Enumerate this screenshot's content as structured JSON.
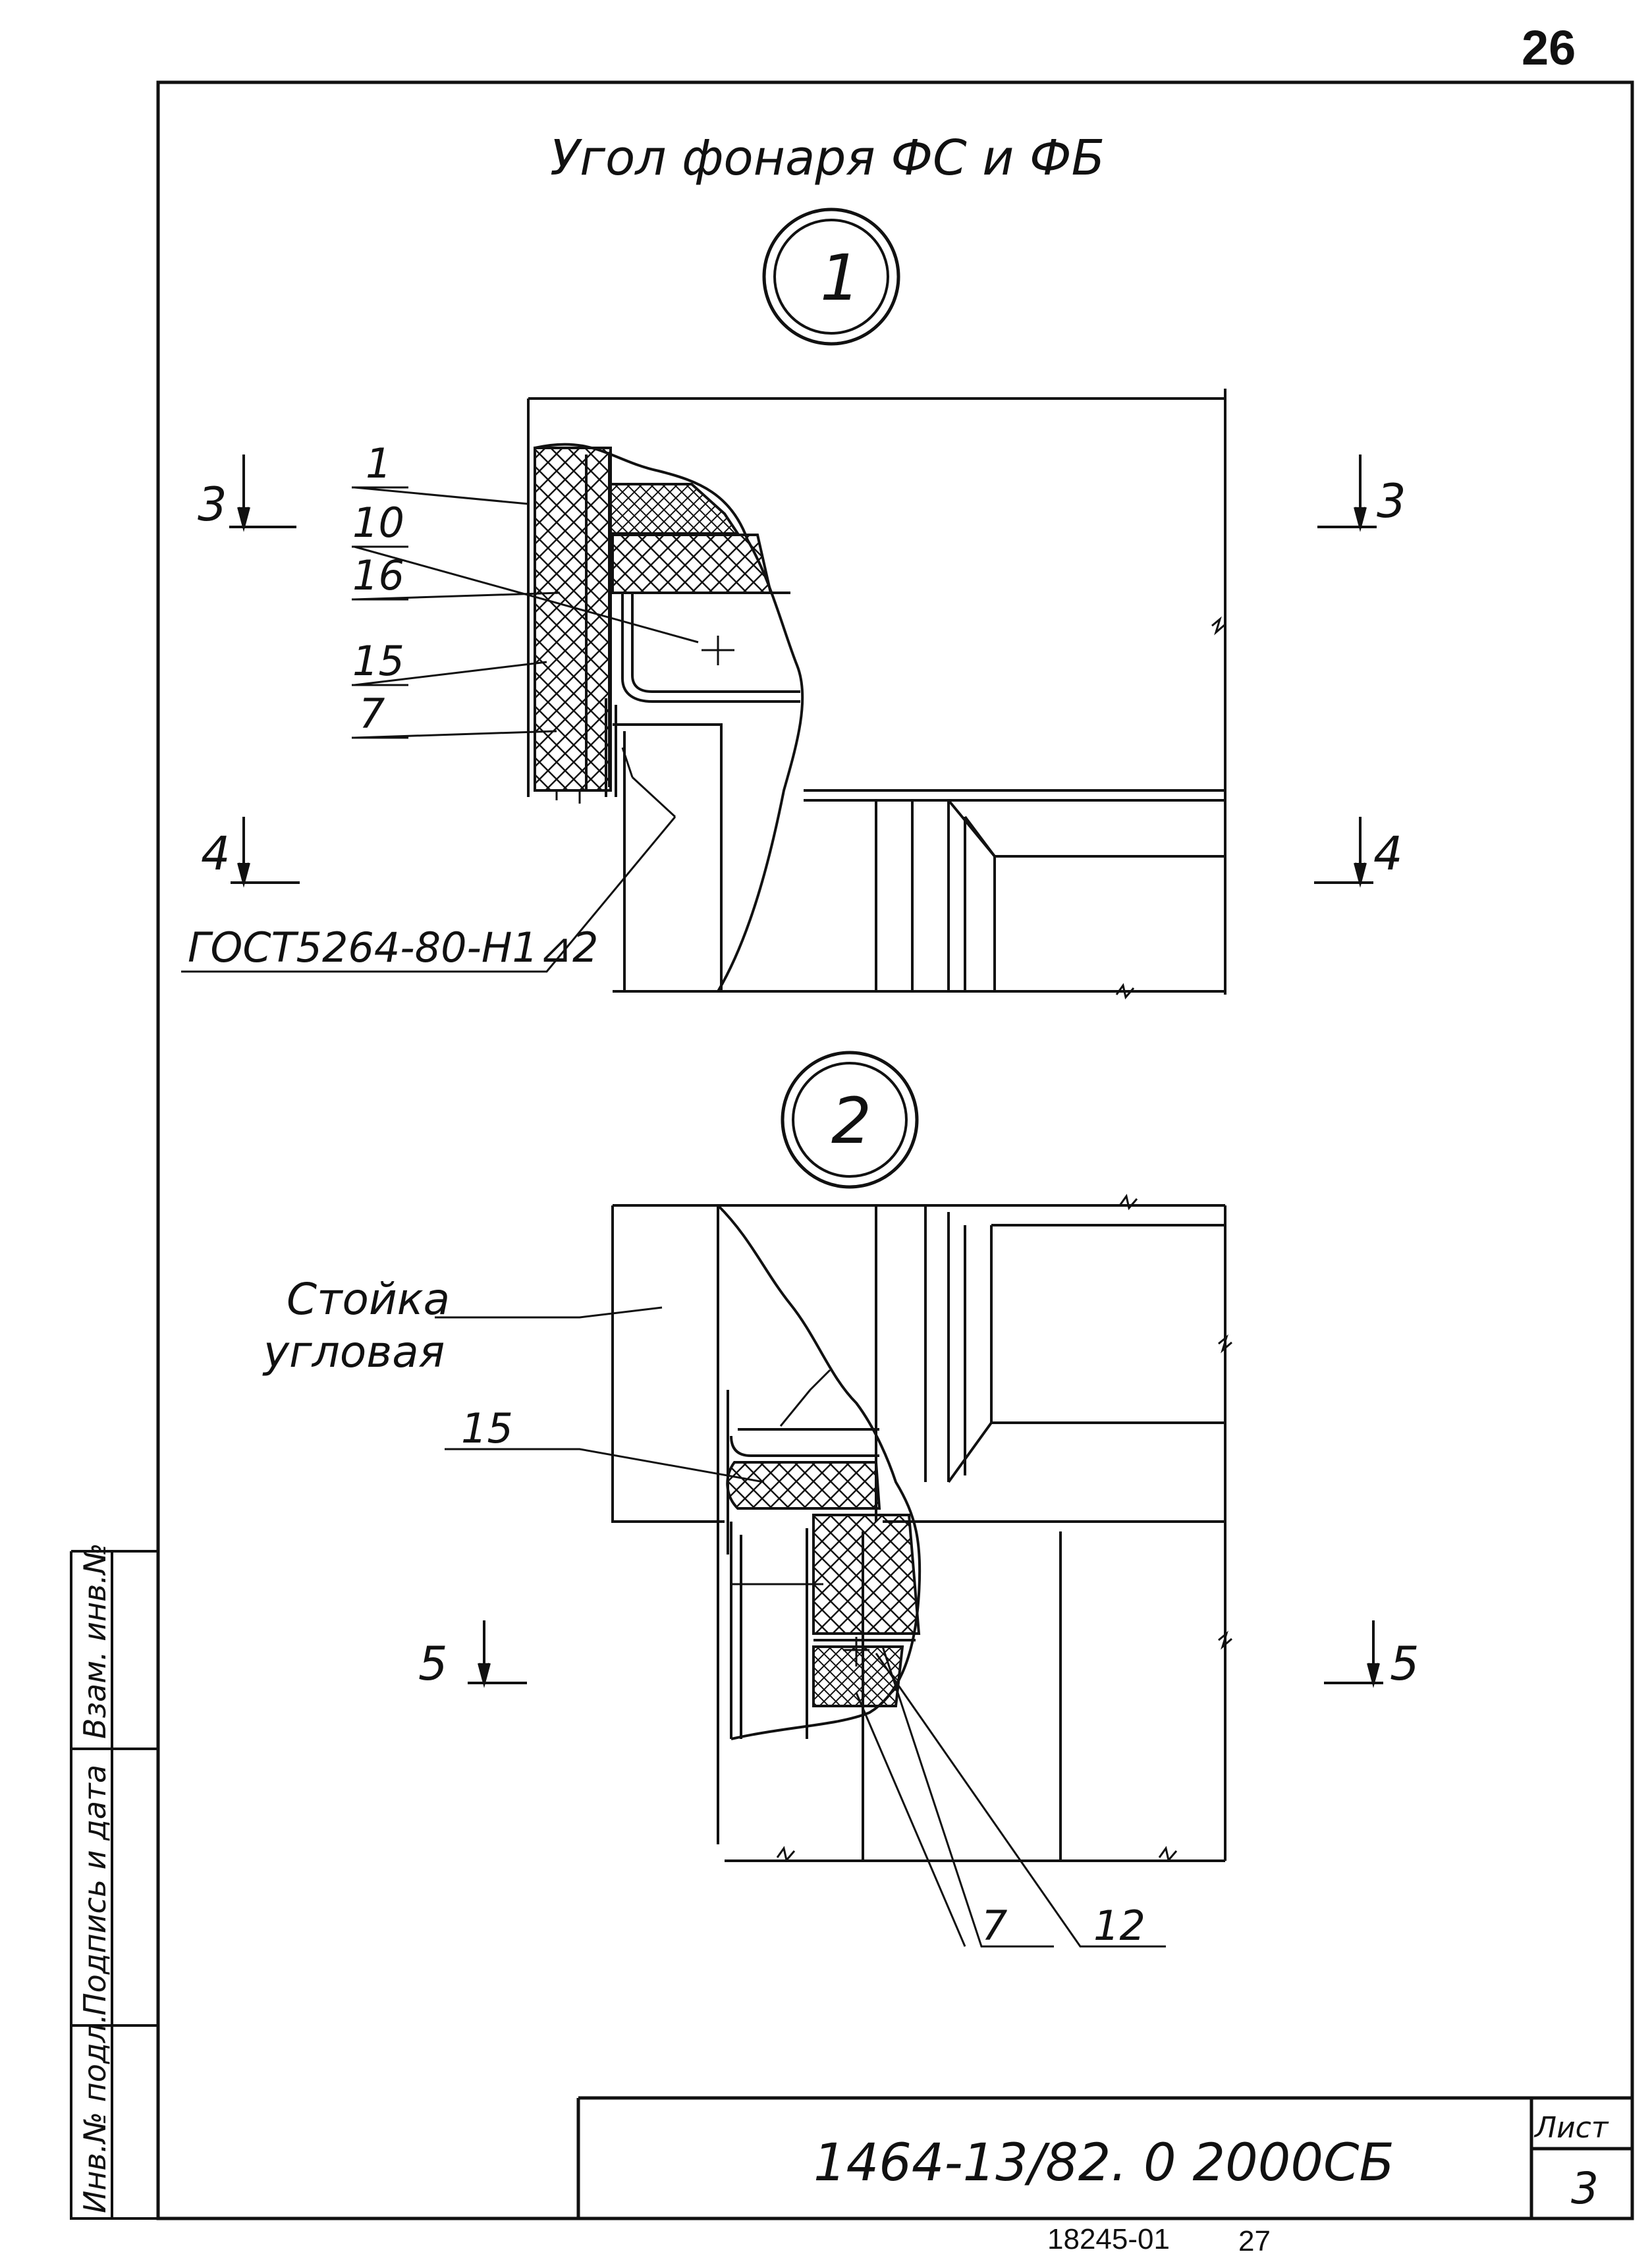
{
  "page": {
    "sheet_number_top": "26",
    "title": "Угол фонаря     ФС и ФБ",
    "footer_code": "18245-01",
    "footer_page": "27"
  },
  "detail1": {
    "marker": "1",
    "callouts": [
      "1",
      "10",
      "16",
      "15",
      "7"
    ],
    "weld_note": "ГОСТ5264-80-Н1⊿2",
    "section_3_left": "3",
    "section_3_right": "3",
    "section_4_left": "4",
    "section_4_right": "4"
  },
  "detail2": {
    "marker": "2",
    "label_line1": "Стойка",
    "label_line2": "угловая",
    "callout_15": "15",
    "callout_7": "7",
    "callout_12": "12",
    "section_5_left": "5",
    "section_5_right": "5"
  },
  "side_stamp": {
    "col1": "Взам. инв.№",
    "col2": "Подпись и дата",
    "col3": "Инв.№ подл."
  },
  "title_block": {
    "designation": "1464-13/82. 0 2000СБ",
    "sheet_label": "Лист",
    "sheet_value": "3"
  }
}
